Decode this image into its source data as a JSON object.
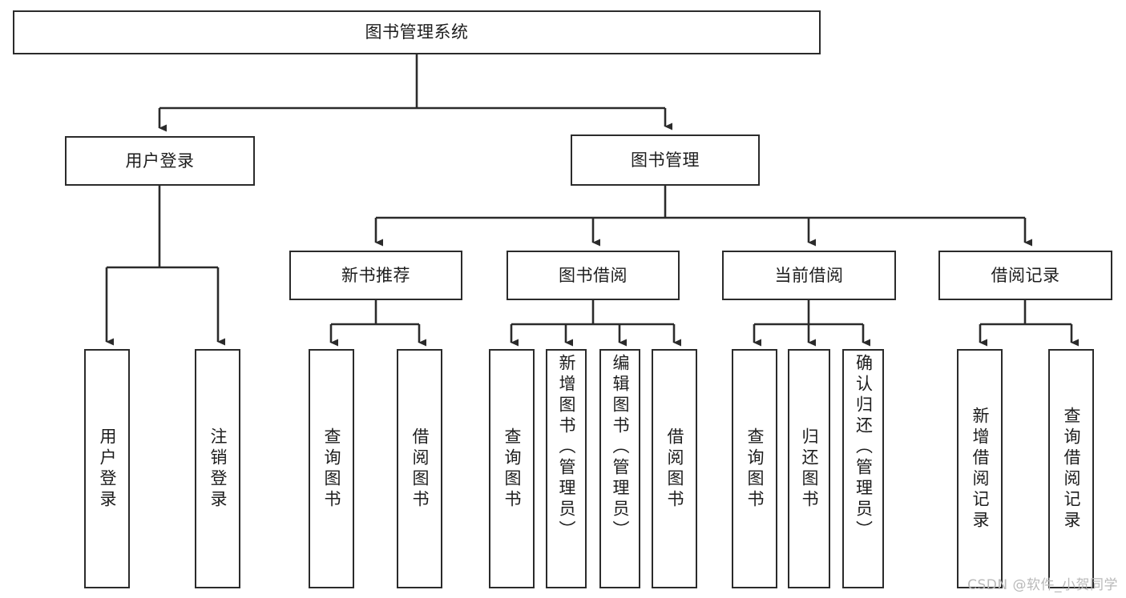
{
  "diagram": {
    "type": "tree-hierarchy",
    "title": "图书管理系统",
    "watermark": "CSDN @软件_小贺同学",
    "colors": {
      "box_border": "#2b2b2b",
      "box_fill": "#ffffff",
      "connector": "#2b2b2b",
      "text": "#1d1d1d",
      "watermark": "#b9b9b9",
      "background": "#ffffff"
    },
    "root": {
      "id": "root",
      "label": "图书管理系统",
      "orientation": "horizontal"
    },
    "level2": [
      {
        "id": "user-login",
        "label": "用户登录",
        "orientation": "horizontal"
      },
      {
        "id": "book-management",
        "label": "图书管理",
        "orientation": "horizontal"
      }
    ],
    "level3": [
      {
        "id": "new-book-recommend",
        "label": "新书推荐",
        "parent": "book-management",
        "orientation": "horizontal"
      },
      {
        "id": "book-borrow",
        "label": "图书借阅",
        "parent": "book-management",
        "orientation": "horizontal"
      },
      {
        "id": "current-borrow",
        "label": "当前借阅",
        "parent": "book-management",
        "orientation": "horizontal"
      },
      {
        "id": "borrow-record",
        "label": "借阅记录",
        "parent": "book-management",
        "orientation": "horizontal"
      }
    ],
    "leaves": [
      {
        "id": "leaf-user-login",
        "label": "用户登录",
        "parent": "user-login",
        "orientation": "vertical",
        "align": "center"
      },
      {
        "id": "leaf-user-logout",
        "label": "注销登录",
        "parent": "user-login",
        "orientation": "vertical",
        "align": "center"
      },
      {
        "id": "leaf-query-book-1",
        "label": "查询图书",
        "parent": "new-book-recommend",
        "orientation": "vertical",
        "align": "center"
      },
      {
        "id": "leaf-borrow-book-1",
        "label": "借阅图书",
        "parent": "new-book-recommend",
        "orientation": "vertical",
        "align": "center"
      },
      {
        "id": "leaf-query-book-2",
        "label": "查询图书",
        "parent": "book-borrow",
        "orientation": "vertical",
        "align": "center"
      },
      {
        "id": "leaf-add-book-admin",
        "label": "新增图书（管理员）",
        "parent": "book-borrow",
        "orientation": "vertical",
        "align": "top"
      },
      {
        "id": "leaf-edit-book-admin",
        "label": "编辑图书（管理员）",
        "parent": "book-borrow",
        "orientation": "vertical",
        "align": "top"
      },
      {
        "id": "leaf-borrow-book-2",
        "label": "借阅图书",
        "parent": "book-borrow",
        "orientation": "vertical",
        "align": "center"
      },
      {
        "id": "leaf-query-book-3",
        "label": "查询图书",
        "parent": "current-borrow",
        "orientation": "vertical",
        "align": "center"
      },
      {
        "id": "leaf-return-book",
        "label": "归还图书",
        "parent": "current-borrow",
        "orientation": "vertical",
        "align": "center"
      },
      {
        "id": "leaf-confirm-return-admin",
        "label": "确认归还（管理员）",
        "parent": "current-borrow",
        "orientation": "vertical",
        "align": "top"
      },
      {
        "id": "leaf-add-borrow-record",
        "label": "新增借阅记录",
        "parent": "borrow-record",
        "orientation": "vertical",
        "align": "center"
      },
      {
        "id": "leaf-query-borrow-record",
        "label": "查询借阅记录",
        "parent": "borrow-record",
        "orientation": "vertical",
        "align": "center"
      }
    ]
  }
}
